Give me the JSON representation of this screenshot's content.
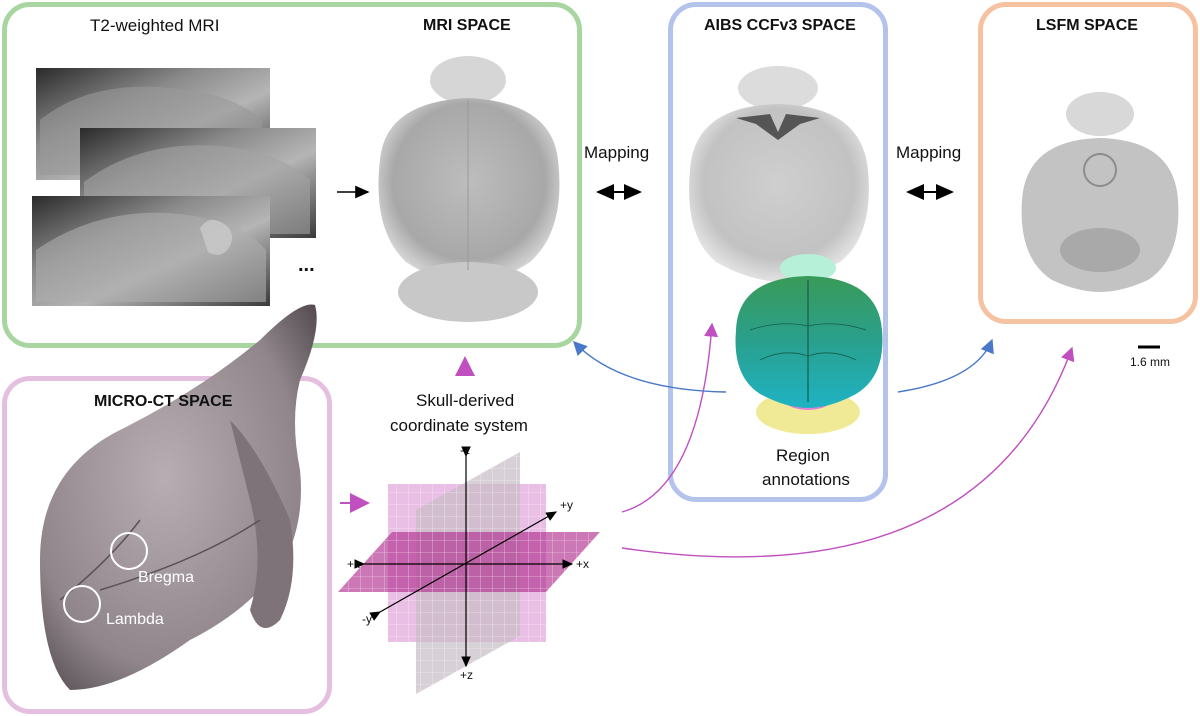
{
  "mri": {
    "title": "MRI SPACE",
    "subtitle": "T2-weighted MRI",
    "ellipsis": "...",
    "border_color": "#a9d5a0"
  },
  "aibs": {
    "title": "AIBS CCFv3 SPACE",
    "annotation_label": [
      "Region",
      "annotations"
    ],
    "border_color": "#b3c3ec"
  },
  "lsfm": {
    "title": "LSFM SPACE",
    "border_color": "#f5c2a2",
    "scale_bar": "1.6 mm"
  },
  "microct": {
    "title": "MICRO-CT SPACE",
    "landmarks": [
      "Bregma",
      "Lambda"
    ],
    "border_color": "#e5bfe0"
  },
  "mappings": [
    "Mapping",
    "Mapping"
  ],
  "coord_system": {
    "label": [
      "Skull-derived",
      "coordinate system"
    ],
    "axes": {
      "neg_z": "-z",
      "pos_z": "+z",
      "pos_y": "+y",
      "neg_y": "-y",
      "pos_x_left": "+x",
      "pos_x_right": "+x"
    }
  },
  "colors": {
    "arrow_magenta": "#c04fc0",
    "arrow_blue": "#4a78c8",
    "plane_magenta": "#b0308f"
  }
}
